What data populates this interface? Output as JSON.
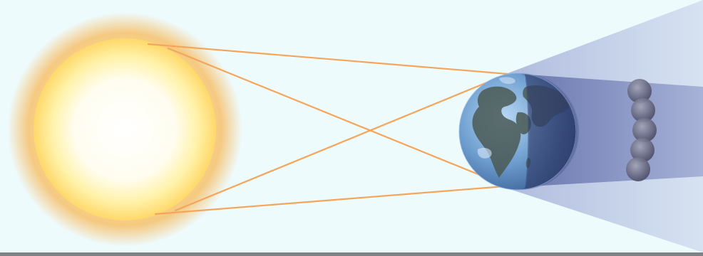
{
  "diagram": {
    "subject": "lunar-eclipse-geometry",
    "colors": {
      "background": "#eefbfd",
      "sun_core": "#ffffff",
      "sun_glow": "#ffdf7a",
      "sun_corona": "#f7b143",
      "light_rays": "#f5a55a",
      "earth_ocean": "#6f9fd0",
      "earth_land": "#4a5a55",
      "earth_night": "#3b4f8a",
      "umbra": "#5b6aa8",
      "penumbra": "#8f9ccc",
      "moon": "#6a6c82",
      "frame_rule": "#7e8386"
    },
    "objects": [
      "sun",
      "earth",
      "moon"
    ],
    "moon_positions": 5
  }
}
